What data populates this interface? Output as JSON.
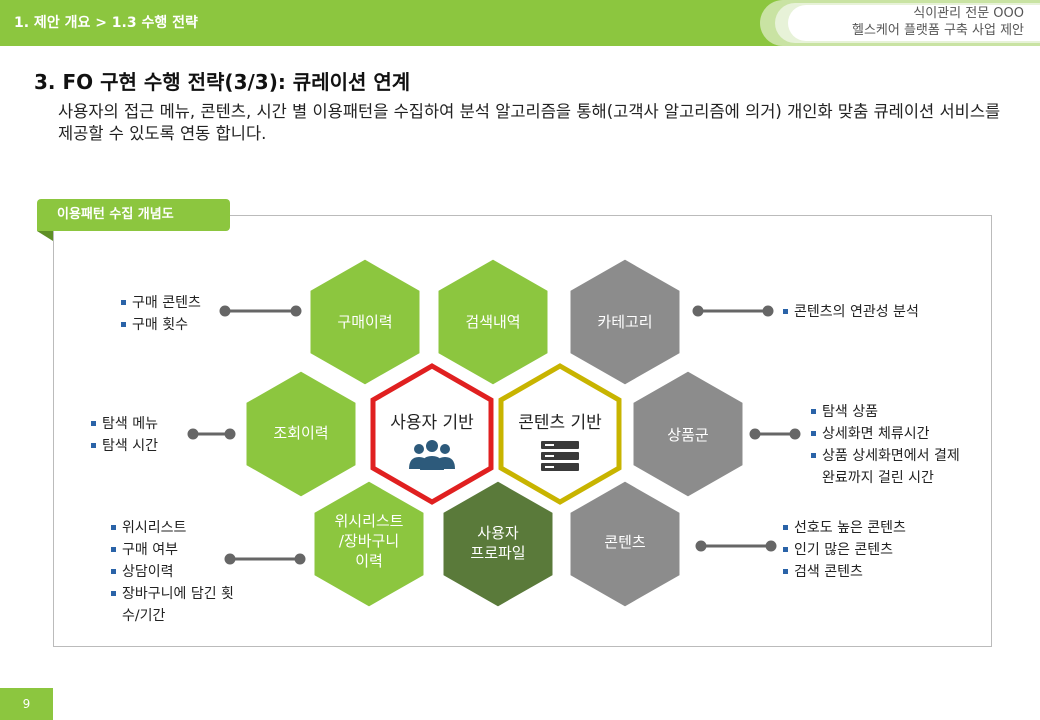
{
  "header": {
    "breadcrumb": "1. 제안 개요 > 1.3 수행 전략",
    "company_line1": "식이관리 전문 OOO",
    "company_line2": "헬스케어 플랫폼 구축 사업 제안"
  },
  "title": "3. FO 구현 수행 전략(3/3): 큐레이션 연계",
  "description": "사용자의 접근 메뉴, 콘텐츠, 시간 별 이용패턴을 수집하여 분석 알고리즘을 통해(고객사 알고리즘에 의거) 개인화 맞춤 큐레이션 서비스를 제공할 수 있도록 연동 합니다.",
  "panel_title": "이용패턴 수집 개념도",
  "hexagons": {
    "purchase_history": "구매이력",
    "search_history": "검색내역",
    "category": "카테고리",
    "view_history": "조회이력",
    "user_based": "사용자 기반",
    "content_based": "콘텐츠 기반",
    "product_group": "상품군",
    "wishlist_line1": "위시리스트",
    "wishlist_line2": "/장바구니",
    "wishlist_line3": "이력",
    "user_profile_line1": "사용자",
    "user_profile_line2": "프로파일",
    "contents": "콘텐츠"
  },
  "bullets": {
    "purchase": [
      "구매 콘텐츠",
      "구매 횟수"
    ],
    "search": [
      "탐색 메뉴",
      "탐색 시간"
    ],
    "wishlist": [
      "위시리스트",
      "구매 여부",
      "상담이력",
      "장바구니에 담긴 횟수/기간"
    ],
    "category": [
      "콘텐츠의 연관성 분석"
    ],
    "product": [
      "탐색 상품",
      "상세화면 체류시간",
      "상품 상세화면에서 결제완료까지 걸린 시간"
    ],
    "contents": [
      "선호도 높은 콘텐츠",
      "인기 많은 콘텐츠",
      "검색 콘텐츠"
    ]
  },
  "colors": {
    "green": "#8cc63f",
    "gray": "#8c8c8c",
    "dark_green": "#5a7a3a",
    "red": "#e02020",
    "gold": "#c8b400",
    "blue_bullet": "#2a63a8"
  },
  "page_number": "9"
}
